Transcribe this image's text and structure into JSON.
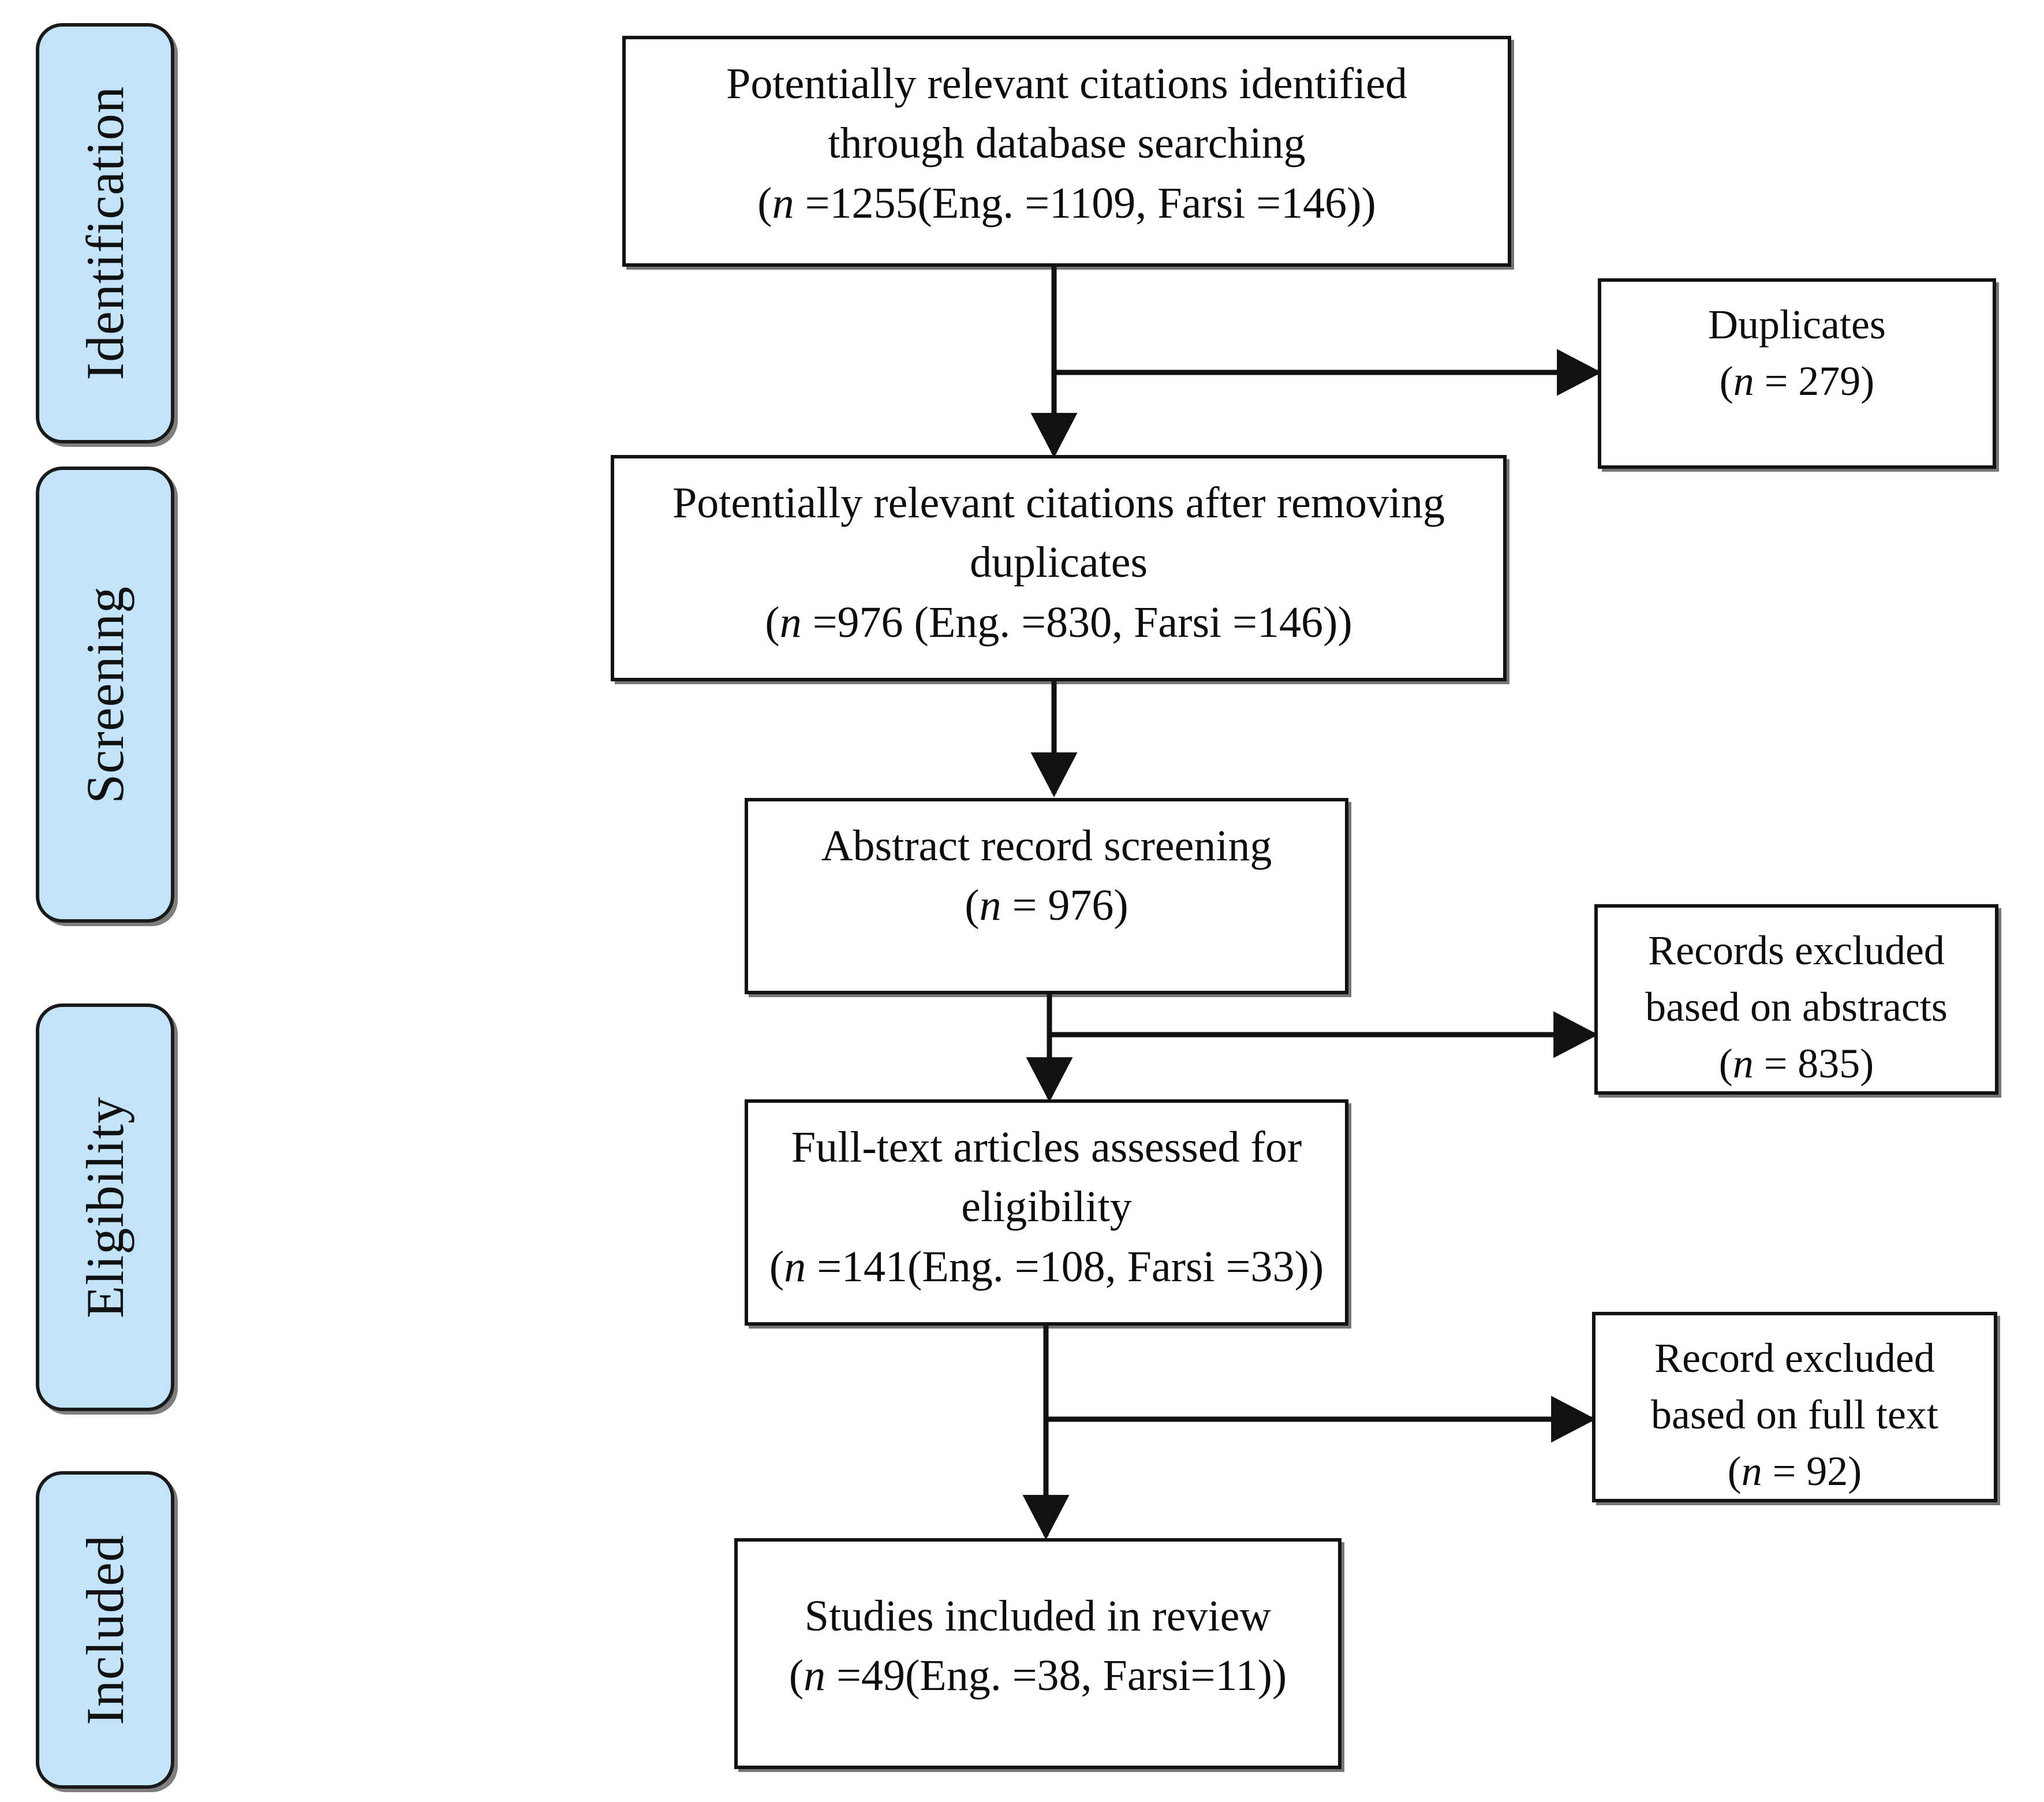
{
  "diagram": {
    "type": "prisma-flow-diagram",
    "stages": [
      {
        "id": "identification",
        "label": "Identification"
      },
      {
        "id": "screening",
        "label": "Screening"
      },
      {
        "id": "eligibility",
        "label": "Eligibility"
      },
      {
        "id": "included",
        "label": "Included"
      }
    ],
    "colors": {
      "stage_fill": "#c3e3f9",
      "stage_border": "#1a1a1a",
      "box_fill": "#ffffff",
      "box_border": "#121212",
      "connector": "#111111",
      "text": "#0d0d0d",
      "background": "#ffffff"
    },
    "boxes": {
      "identified": {
        "line1": "Potentially relevant citations identified",
        "line2": "through database searching",
        "line3_prefix": "(",
        "line3_n": "n",
        "line3_rest": " =1255(Eng. =1109, Farsi =146))"
      },
      "duplicates": {
        "line1": "Duplicates",
        "line2_prefix": "(",
        "line2_n": "n",
        "line2_rest": " = 279)"
      },
      "after_duplicates": {
        "line1": "Potentially relevant citations after removing",
        "line2": "duplicates",
        "line3_prefix": "(",
        "line3_n": "n",
        "line3_rest": " =976 (Eng. =830, Farsi =146))"
      },
      "abstract_screening": {
        "line1": "Abstract record screening",
        "line2_prefix": "(",
        "line2_n": "n",
        "line2_rest": " = 976)"
      },
      "excluded_abstracts": {
        "line1": "Records excluded",
        "line2": "based on abstracts",
        "line3_prefix": "(",
        "line3_n": "n",
        "line3_rest": " = 835)"
      },
      "full_text": {
        "line1": "Full-text articles assessed for",
        "line2": "eligibility",
        "line3_prefix": "(",
        "line3_n": "n",
        "line3_rest": " =141(Eng. =108, Farsi =33))"
      },
      "excluded_full_text": {
        "line1": "Record excluded",
        "line2": "based on full text",
        "line3_prefix": "(",
        "line3_n": "n",
        "line3_rest": " = 92)"
      },
      "included_studies": {
        "line1": "Studies included in review",
        "line2_prefix": "(",
        "line2_n": "n",
        "line2_rest": " =49(Eng. =38, Farsi=11))"
      }
    },
    "counts": {
      "identified_total": 1255,
      "identified_english": 1109,
      "identified_farsi": 146,
      "duplicates": 279,
      "after_duplicates_total": 976,
      "after_duplicates_english": 830,
      "after_duplicates_farsi": 146,
      "abstract_screened": 976,
      "excluded_on_abstracts": 835,
      "full_text_total": 141,
      "full_text_english": 108,
      "full_text_farsi": 33,
      "excluded_on_full_text": 92,
      "included_total": 49,
      "included_english": 38,
      "included_farsi": 11
    }
  }
}
